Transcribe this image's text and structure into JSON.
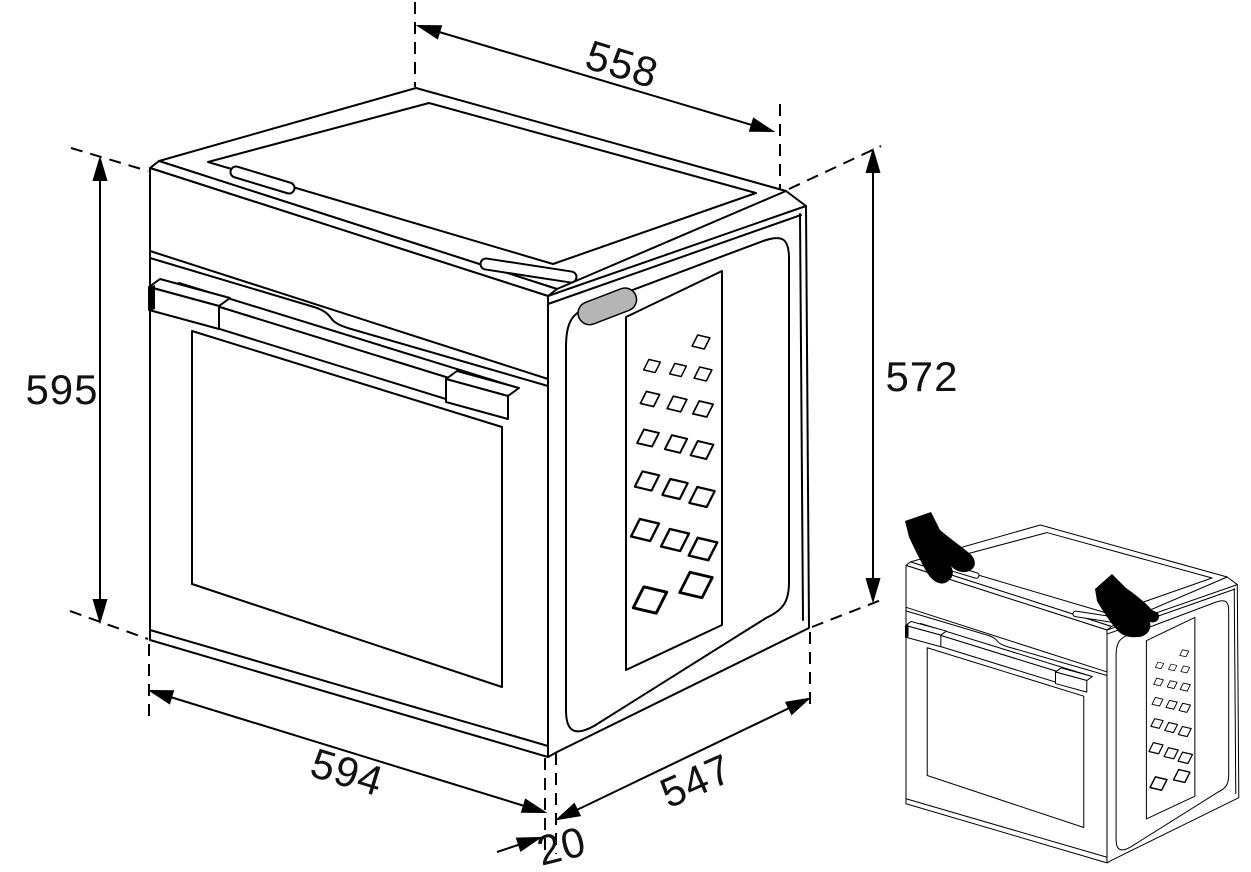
{
  "diagram": {
    "labels": {
      "top_width": "558",
      "front_height": "595",
      "body_height": "572",
      "front_width": "594",
      "body_depth": "547",
      "door_offset": "20"
    },
    "icons": {
      "large_figure": "oven-isometric-drawing",
      "small_figure": "oven-carried-with-gloves",
      "hand_left": "glove-hand-icon",
      "hand_right": "glove-hand-icon"
    },
    "colors": {
      "line": "#000000",
      "background": "#ffffff",
      "detail_gray": "#b5b5b5",
      "glove": "#000000"
    }
  }
}
